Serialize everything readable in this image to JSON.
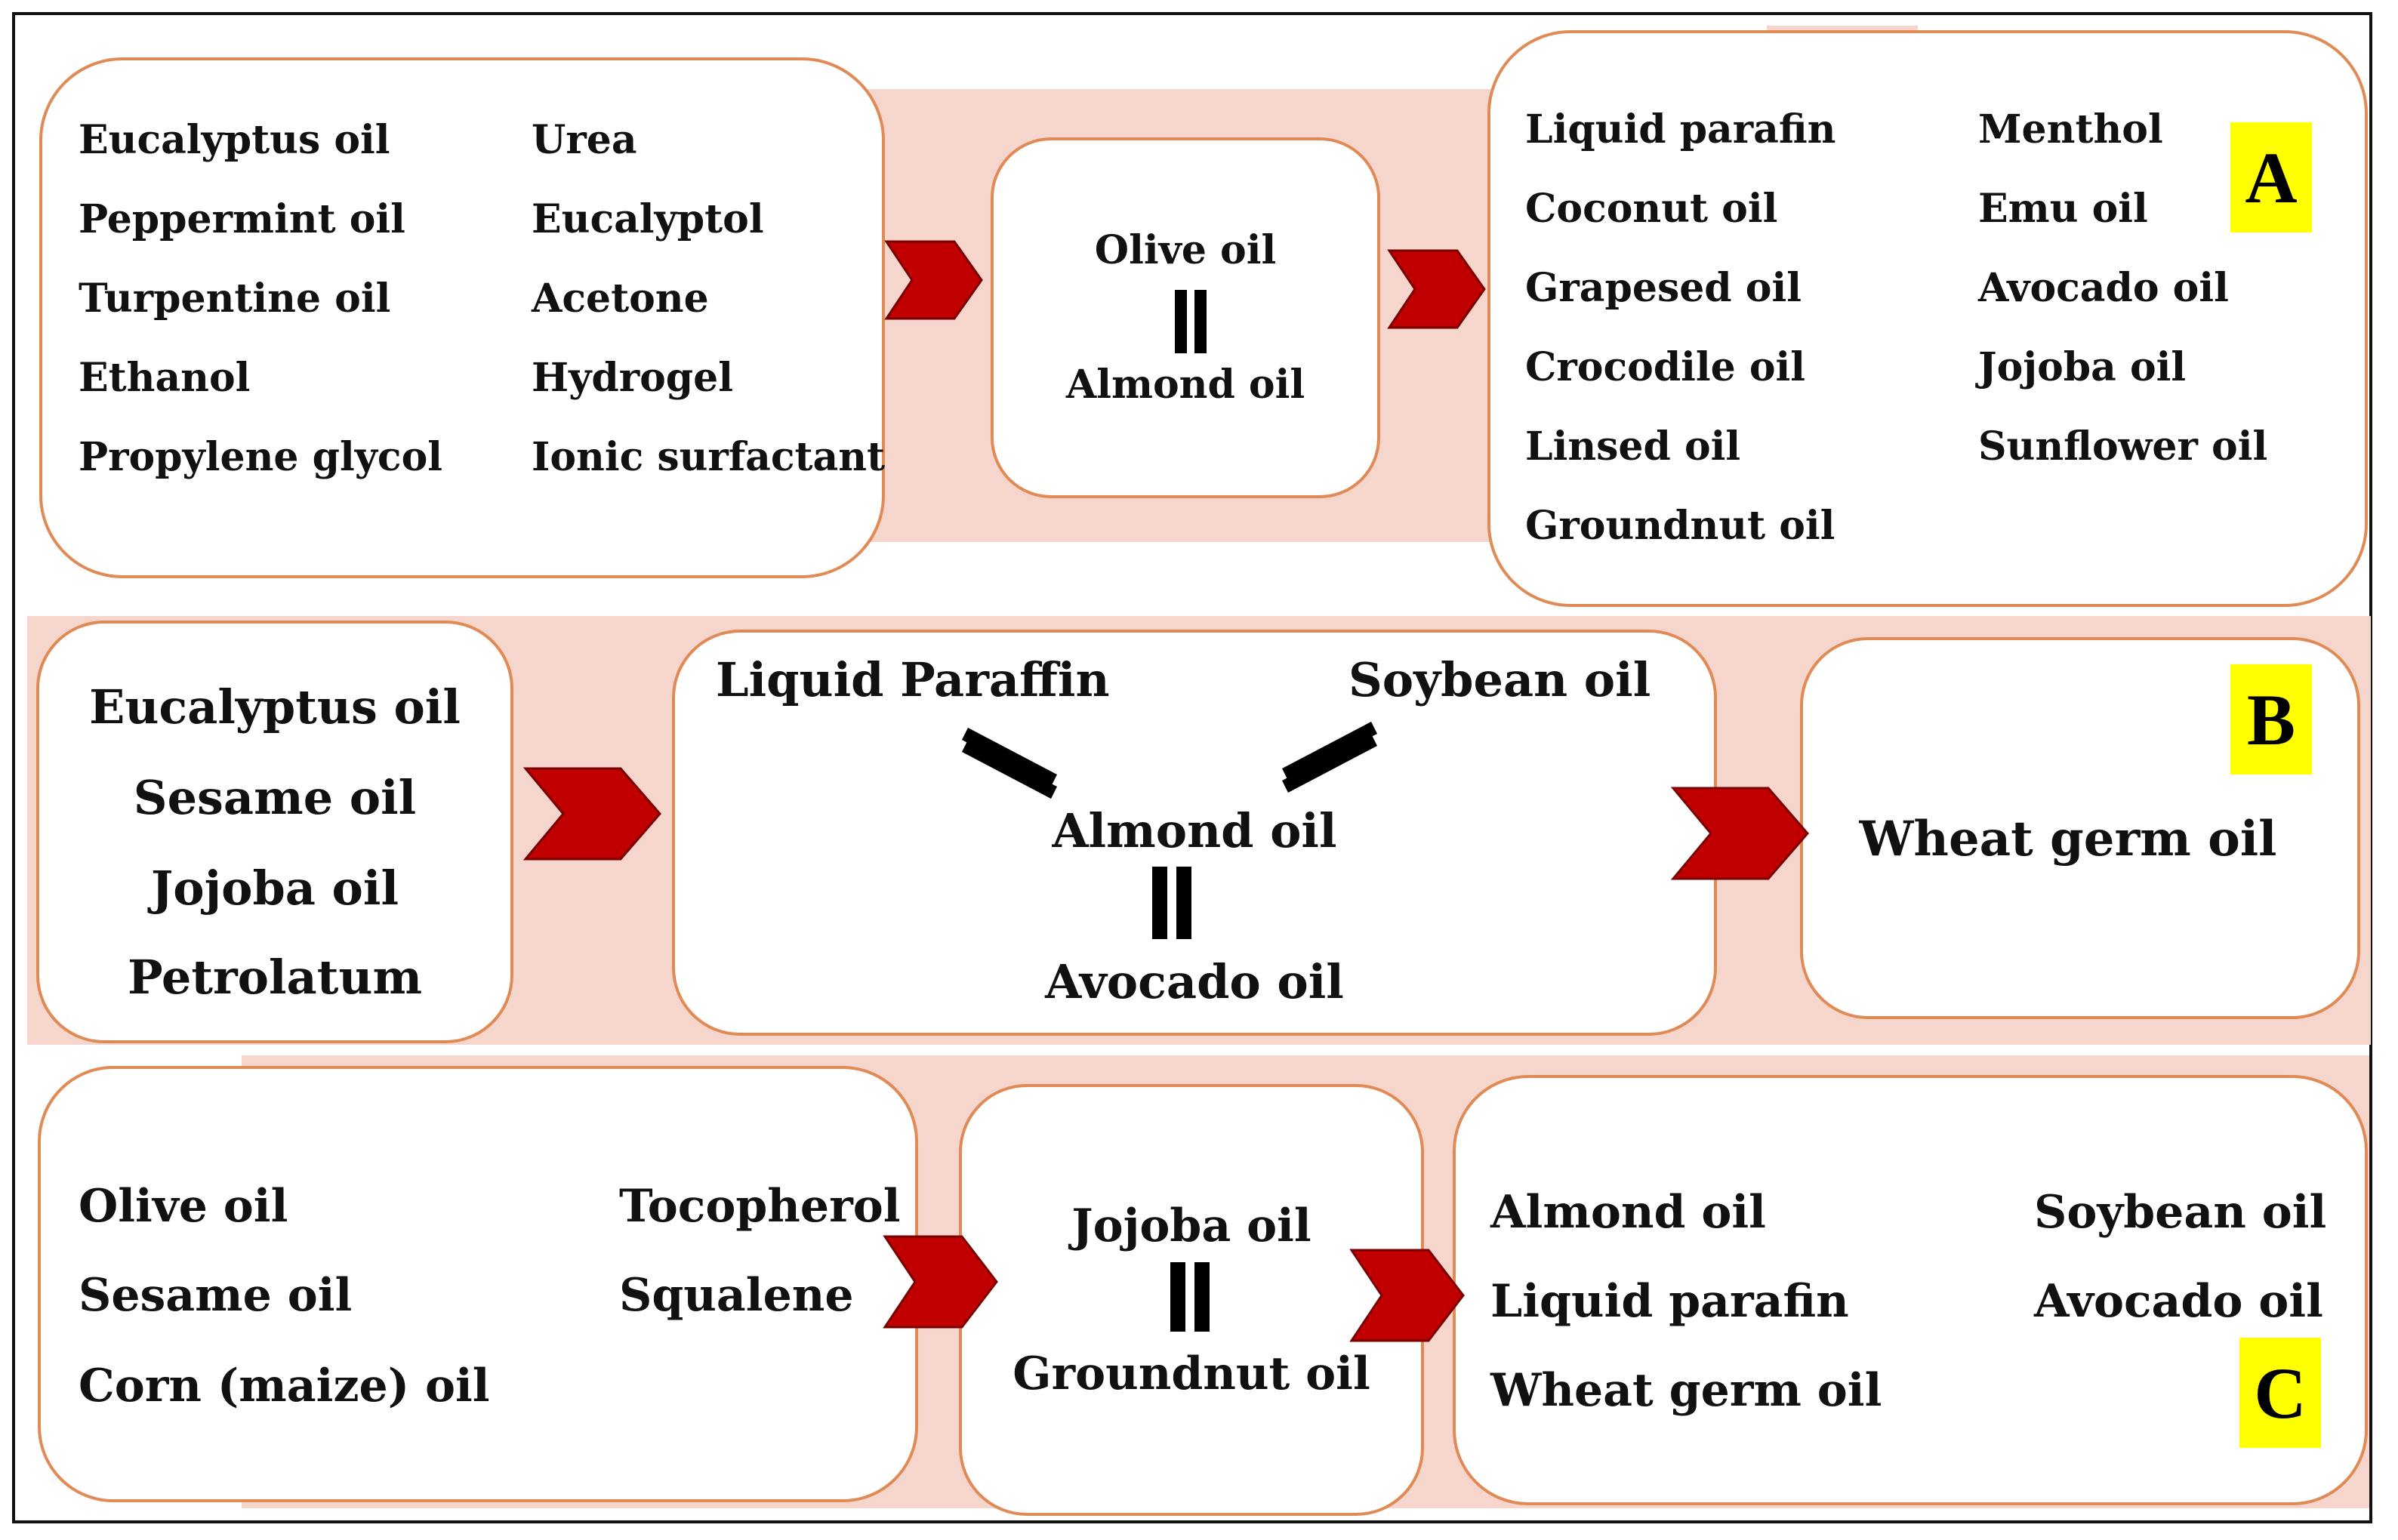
{
  "panels": {
    "a": {
      "badge": "A",
      "left_items": [
        "Eucalyptus oil",
        "Peppermint oil",
        "Turpentine oil",
        "Ethanol",
        "Propylene glycol",
        "Urea",
        "Eucalyptol",
        "Acetone",
        "Hydrogel",
        "Ionic surfactant"
      ],
      "middle_top": "Olive oil",
      "middle_bottom": "Almond oil",
      "right_items": [
        "Liquid parafin",
        "Coconut oil",
        "Grapesed oil",
        "Crocodile oil",
        "Linsed oil",
        "Groundnut oil",
        "Menthol",
        "Emu oil",
        "Avocado oil",
        "Jojoba oil",
        "Sunflower oil"
      ]
    },
    "b": {
      "badge": "B",
      "left_items": [
        "Eucalyptus oil",
        "Sesame oil",
        "Jojoba oil",
        "Petrolatum"
      ],
      "middle_top_left": "Liquid Paraffin",
      "middle_top_right": "Soybean oil",
      "middle_center": "Almond oil",
      "middle_bottom": "Avocado oil",
      "right_item": "Wheat germ oil"
    },
    "c": {
      "badge": "C",
      "left_items": [
        "Olive oil",
        "Sesame oil",
        "Corn (maize) oil",
        "Tocopherol",
        "Squalene"
      ],
      "middle_top": "Jojoba oil",
      "middle_bottom": "Groundnut oil",
      "right_items": [
        "Almond oil",
        "Liquid parafin",
        "Wheat germ oil",
        "Soybean oil",
        "Avocado oil"
      ]
    }
  },
  "colors": {
    "band": "#f6d5cc",
    "box_border": "#e08a56",
    "arrow": "#c00000",
    "badge": "#ffff00"
  }
}
